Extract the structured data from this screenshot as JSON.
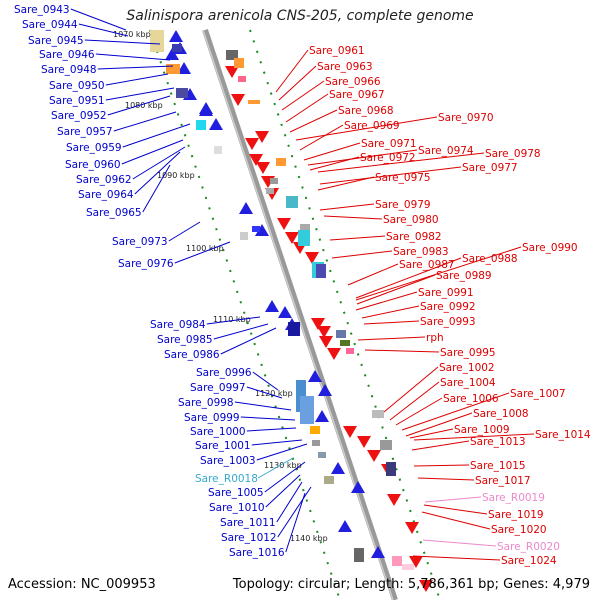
{
  "header": {
    "title": "Salinispora arenicola CNS-205, complete genome"
  },
  "footer": {
    "accession": "Accession: NC_009953",
    "summary": "Topology: circular; Length: 5,786,361 bp; Genes: 4,979"
  },
  "colors": {
    "left_label": "#0000cc",
    "right_label": "#dd0000",
    "rna_left": "#33aacc",
    "rna_right": "#ee88cc",
    "backbone": "#999999",
    "tick": "#008800"
  },
  "scale_marks": [
    {
      "label": "1070 kbp"
    },
    {
      "label": "1080 kbp"
    },
    {
      "label": "1090 kbp"
    },
    {
      "label": "1100 kbp"
    },
    {
      "label": "1110 kbp"
    },
    {
      "label": "1120 kbp"
    },
    {
      "label": "1130 kbp"
    },
    {
      "label": "1140 kbp"
    }
  ],
  "left_labels": [
    {
      "text": "Sare_0943"
    },
    {
      "text": "Sare_0944"
    },
    {
      "text": "Sare_0945"
    },
    {
      "text": "Sare_0946"
    },
    {
      "text": "Sare_0948"
    },
    {
      "text": "Sare_0950"
    },
    {
      "text": "Sare_0951"
    },
    {
      "text": "Sare_0952"
    },
    {
      "text": "Sare_0957"
    },
    {
      "text": "Sare_0959"
    },
    {
      "text": "Sare_0960"
    },
    {
      "text": "Sare_0962"
    },
    {
      "text": "Sare_0964"
    },
    {
      "text": "Sare_0965"
    },
    {
      "text": "Sare_0973"
    },
    {
      "text": "Sare_0976"
    },
    {
      "text": "Sare_0984"
    },
    {
      "text": "Sare_0985"
    },
    {
      "text": "Sare_0986"
    },
    {
      "text": "Sare_0996"
    },
    {
      "text": "Sare_0997"
    },
    {
      "text": "Sare_0998"
    },
    {
      "text": "Sare_0999"
    },
    {
      "text": "Sare_1000"
    },
    {
      "text": "Sare_1001"
    },
    {
      "text": "Sare_1003"
    },
    {
      "text": "Sare_R0018"
    },
    {
      "text": "Sare_1005"
    },
    {
      "text": "Sare_1010"
    },
    {
      "text": "Sare_1011"
    },
    {
      "text": "Sare_1012"
    },
    {
      "text": "Sare_1016"
    }
  ],
  "right_labels": [
    {
      "text": "Sare_0961"
    },
    {
      "text": "Sare_0963"
    },
    {
      "text": "Sare_0966"
    },
    {
      "text": "Sare_0967"
    },
    {
      "text": "Sare_0968"
    },
    {
      "text": "Sare_0970"
    },
    {
      "text": "Sare_0969"
    },
    {
      "text": "Sare_0971"
    },
    {
      "text": "Sare_0974"
    },
    {
      "text": "Sare_0978"
    },
    {
      "text": "Sare_0972"
    },
    {
      "text": "Sare_0977"
    },
    {
      "text": "Sare_0975"
    },
    {
      "text": "Sare_0979"
    },
    {
      "text": "Sare_0980"
    },
    {
      "text": "Sare_0982"
    },
    {
      "text": "Sare_0990"
    },
    {
      "text": "Sare_0983"
    },
    {
      "text": "Sare_0988"
    },
    {
      "text": "Sare_0987"
    },
    {
      "text": "Sare_0989"
    },
    {
      "text": "Sare_0991"
    },
    {
      "text": "Sare_0992"
    },
    {
      "text": "Sare_0993"
    },
    {
      "text": "rph"
    },
    {
      "text": "Sare_0995"
    },
    {
      "text": "Sare_1002"
    },
    {
      "text": "Sare_1004"
    },
    {
      "text": "Sare_1007"
    },
    {
      "text": "Sare_1006"
    },
    {
      "text": "Sare_1008"
    },
    {
      "text": "Sare_1014"
    },
    {
      "text": "Sare_1009"
    },
    {
      "text": "Sare_1013"
    },
    {
      "text": "Sare_1015"
    },
    {
      "text": "Sare_1017"
    },
    {
      "text": "Sare_R0019"
    },
    {
      "text": "Sare_1019"
    },
    {
      "text": "Sare_1020"
    },
    {
      "text": "Sare_R0020"
    },
    {
      "text": "Sare_1024"
    }
  ]
}
